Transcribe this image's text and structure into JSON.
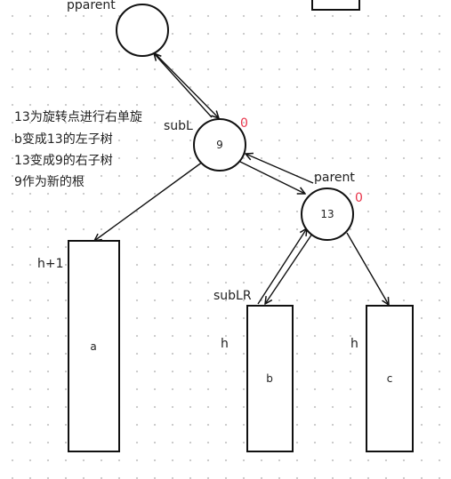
{
  "labels": {
    "pparent": "pparent",
    "subL": "subL",
    "parent": "parent",
    "subLR": "subLR",
    "h_plus_1": "h+1",
    "h_b": "h",
    "h_c": "h"
  },
  "nodes": {
    "subL_value": "9",
    "parent_value": "13",
    "subL_bf": "0",
    "parent_bf": "0"
  },
  "boxes": {
    "a": "a",
    "b": "b",
    "c": "c"
  },
  "notes": [
    "13为旋转点进行右单旋",
    "b变成13的左子树",
    "13变成9的右子树",
    "9作为新的根"
  ],
  "colors": {
    "stroke": "#111111",
    "balance_factor": "#e8344a"
  }
}
